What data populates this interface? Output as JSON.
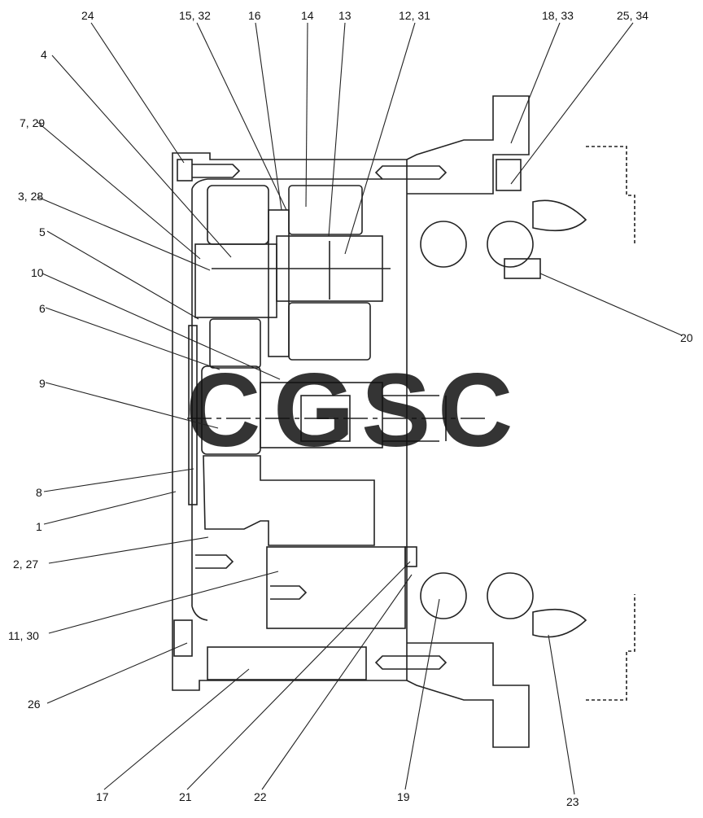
{
  "labels": {
    "l24": "24",
    "l15_32": "15, 32",
    "l16": "16",
    "l14": "14",
    "l13": "13",
    "l12_31": "12, 31",
    "l18_33": "18, 33",
    "l25_34": "25, 34",
    "l4": "4",
    "l7_29": "7, 29",
    "l3_28": "3, 28",
    "l5": "5",
    "l10": "10",
    "l6": "6",
    "l9": "9",
    "l8": "8",
    "l1": "1",
    "l2_27": "2, 27",
    "l11_30": "11, 30",
    "l26": "26",
    "l20": "20",
    "l17": "17",
    "l21": "21",
    "l22": "22",
    "l19": "19",
    "l23": "23"
  },
  "watermark": {
    "letters": [
      "C",
      "G",
      "S",
      "C"
    ],
    "colors": [
      "#4d8df5",
      "#ef6a62",
      "#f7c52b",
      "#4fae84"
    ]
  }
}
